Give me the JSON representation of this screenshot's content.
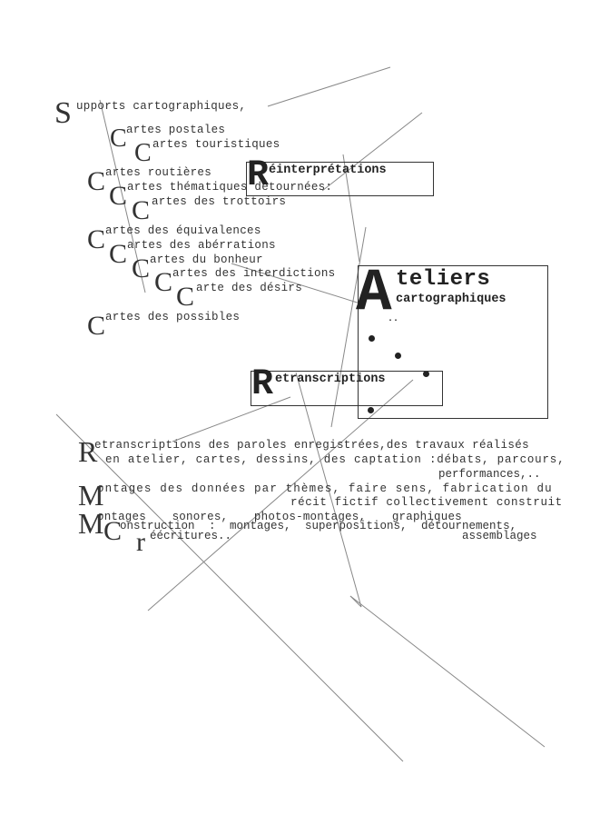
{
  "supports": {
    "initial": "S",
    "text": "upports cartographiques,"
  },
  "cartes": [
    {
      "initial": "C",
      "text": "artes postales"
    },
    {
      "initial": "C",
      "text": "artes touristiques"
    },
    {
      "initial": "C",
      "text": "artes routières"
    },
    {
      "initial": "C",
      "text": "artes thématiques détournées:"
    },
    {
      "initial": "C",
      "text": "artes des trottoirs"
    },
    {
      "initial": "C",
      "text": "artes des équivalences"
    },
    {
      "initial": "C",
      "text": "artes des abérrations"
    },
    {
      "initial": "C",
      "text": "artes du bonheur"
    },
    {
      "initial": "C",
      "text": "artes des interdictions"
    },
    {
      "initial": "C",
      "text": "arte des désirs"
    },
    {
      "initial": "C",
      "text": "artes des possibles"
    }
  ],
  "reinterpretations": {
    "initial": "R",
    "text": "éinterprétations"
  },
  "ateliers": {
    "initial": "A",
    "line1": "teliers",
    "line2": "cartographiques"
  },
  "retranscriptions_box": {
    "initial": "R",
    "text": "etranscriptions"
  },
  "paragraph": {
    "r_initial": "R",
    "r_lines": [
      "etranscriptions des paroles enregistrées,des travaux réalisés",
      "en atelier, cartes, dessins, des captation :débats, parcours,",
      "performances,.."
    ],
    "m1_initial": "M",
    "m1_lines": [
      "ontages des données par thèmes, faire sens, fabrication du",
      "récit fictif collectivement construit"
    ],
    "m2_initial": "M",
    "m2_line": "ontages sonores, photos-montages, graphiques",
    "c_initial": "C",
    "c_line": "onstruction : montages, superpositions, détournements,",
    "r2_initial": "r",
    "r2_line": "éécritures..",
    "assemblages": "assemblages"
  }
}
